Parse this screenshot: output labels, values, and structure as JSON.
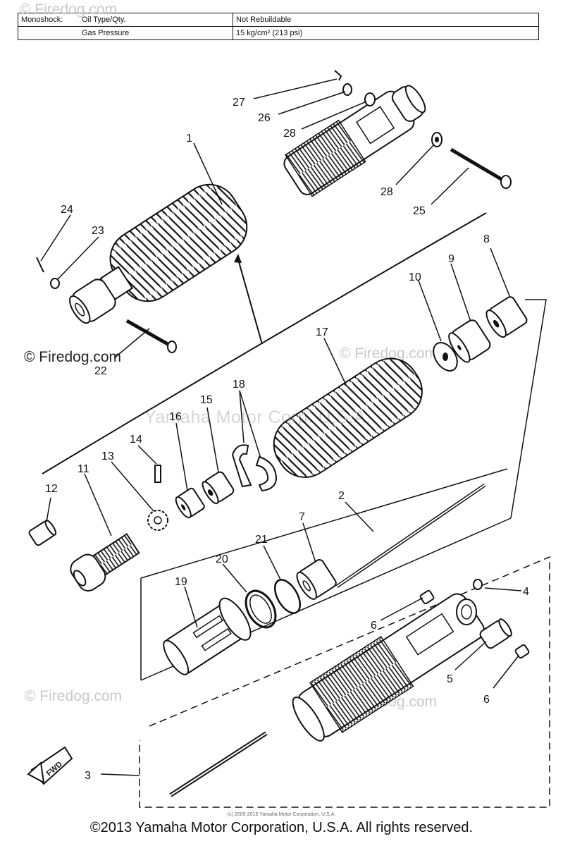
{
  "spec_table": {
    "rows": [
      {
        "c1": "Monoshock:",
        "c2": "Oil Type/Qty.",
        "c3": "Not Rebuildable"
      },
      {
        "c1": "",
        "c2": "Gas Pressure",
        "c3": "15 kg/cm² (213 psi)"
      }
    ]
  },
  "callouts": [
    "1",
    "2",
    "3",
    "4",
    "5",
    "6",
    "6",
    "7",
    "8",
    "9",
    "10",
    "11",
    "12",
    "13",
    "14",
    "15",
    "16",
    "17",
    "18",
    "19",
    "20",
    "21",
    "22",
    "23",
    "24",
    "25",
    "26",
    "27",
    "28",
    "28"
  ],
  "fwd_label": "FWD",
  "watermarks": {
    "firedog_main": "© Firedog.com",
    "firedog_faint": "© Firedog.com",
    "yamaha_overlay": "Yamaha Motor Corp. U.S.A."
  },
  "small_copyright": "(c) 2005-2015 Yamaha Motor Corporation, U.S.A.",
  "footer": "©2013 Yamaha Motor Corporation, U.S.A. All rights reserved."
}
